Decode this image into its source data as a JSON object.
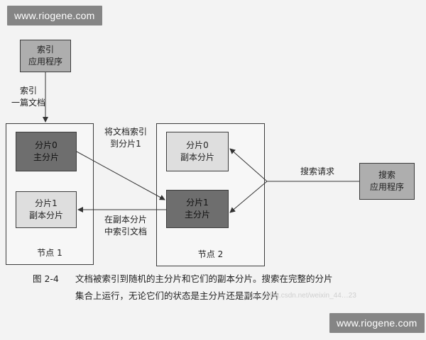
{
  "watermark": {
    "text": "www.riogene.com"
  },
  "nodes": {
    "node1_label": "节点 1",
    "node2_label": "节点 2"
  },
  "shards": {
    "n1_primary": [
      "分片0",
      "主分片"
    ],
    "n1_replica": [
      "分片1",
      "副本分片"
    ],
    "n2_replica": [
      "分片0",
      "副本分片"
    ],
    "n2_primary": [
      "分片1",
      "主分片"
    ]
  },
  "apps": {
    "index_app": [
      "索引",
      "应用程序"
    ],
    "search_app": [
      "搜索",
      "应用程序"
    ]
  },
  "edge_labels": {
    "index_doc": [
      "索引",
      "一篇文档"
    ],
    "to_shard": [
      "将文档索引",
      "到分片1"
    ],
    "replica_index": [
      "在副本分片",
      "中索引文档"
    ],
    "search_request": "搜索请求"
  },
  "caption": {
    "figure": "图 2-4",
    "line1": "文档被索引到随机的主分片和它们的副本分片。搜索在完整的分片",
    "line2": "集合上运行，无论它们的状态是主分片还是副本分片"
  },
  "faint_url": "https://blog.csdn.net/weixin_44…23"
}
